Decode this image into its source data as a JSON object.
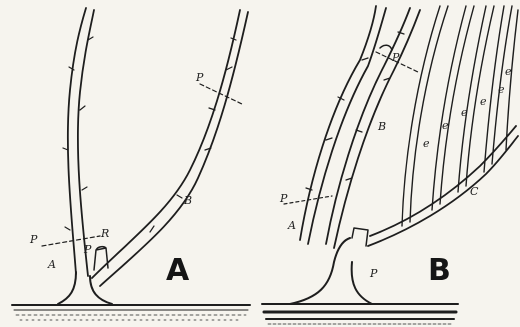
{
  "figure": {
    "panels": [
      {
        "id": "A",
        "panel_label": "A",
        "labels": {
          "p_upper": "P",
          "b": "B",
          "p_left": "P",
          "a": "A",
          "r": "R",
          "p_small": "P"
        }
      },
      {
        "id": "B",
        "panel_label": "B",
        "labels": {
          "p_shoot": "P",
          "b": "B",
          "e": "e",
          "c": "C",
          "p_left": "P",
          "a": "A",
          "p_trunk": "P"
        }
      }
    ]
  }
}
